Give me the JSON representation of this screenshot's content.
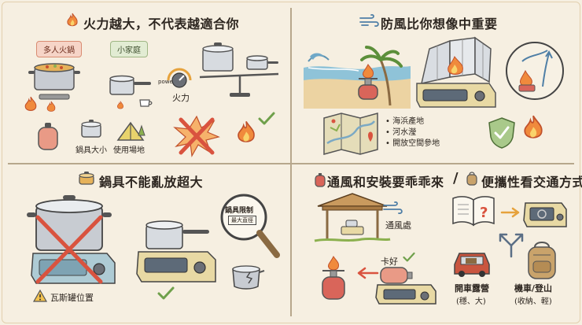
{
  "panel1": {
    "title": "火力越大，不代表越適合你",
    "tag_large": "多人火鍋",
    "tag_small": "小家庭",
    "power_small": "power",
    "power_label": "火力",
    "pot_size_label": "鍋具大小",
    "venue_label": "使用場地"
  },
  "panel2": {
    "title": "防風比你想像中重要",
    "locations": [
      "海浜產地",
      "河水瀅",
      "開放空間參地"
    ]
  },
  "panel3": {
    "title": "鍋具不能亂放超大",
    "limit_title": "鍋具限制",
    "limit_sub": "最大直徑",
    "gas_label": "瓦斯罐位置"
  },
  "panel4": {
    "title_a": "通風和安裝要乖乖來",
    "title_b": "便攜性看交通方式",
    "vent_label": "通風處",
    "snap_label": "卡好",
    "car_label": "開車露營",
    "car_sub": "(穩、大)",
    "bike_label": "機車/登山",
    "bike_sub": "(收納、輕)"
  },
  "colors": {
    "flame": "#f08a3c",
    "red": "#d9533f",
    "green": "#6fa04b",
    "accent_gold": "#e6a23c"
  }
}
